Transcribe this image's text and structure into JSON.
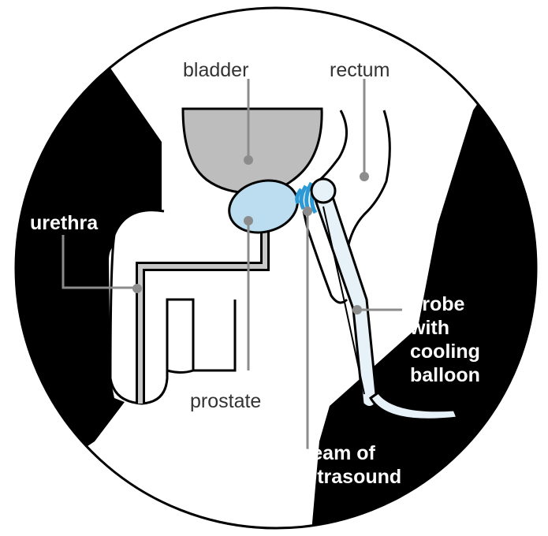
{
  "labels": {
    "bladder": "bladder",
    "rectum": "rectum",
    "urethra": "urethra",
    "prostate": "prostate",
    "probe_line1": "probe",
    "probe_line2": "with",
    "probe_line3": "cooling",
    "probe_line4": "balloon",
    "beam_line1": "beam of",
    "beam_line2": "ultrasound"
  },
  "colors": {
    "outline": "#000000",
    "background": "#ffffff",
    "bladder_fill": "#bdbdbd",
    "prostate_fill": "#bcdcef",
    "probe_fill": "#e7f1f8",
    "ultrasound_beam": "#2d9ad6",
    "leader_line": "#8c8c8c",
    "label_dark": "#333333",
    "label_light": "#ffffff"
  }
}
